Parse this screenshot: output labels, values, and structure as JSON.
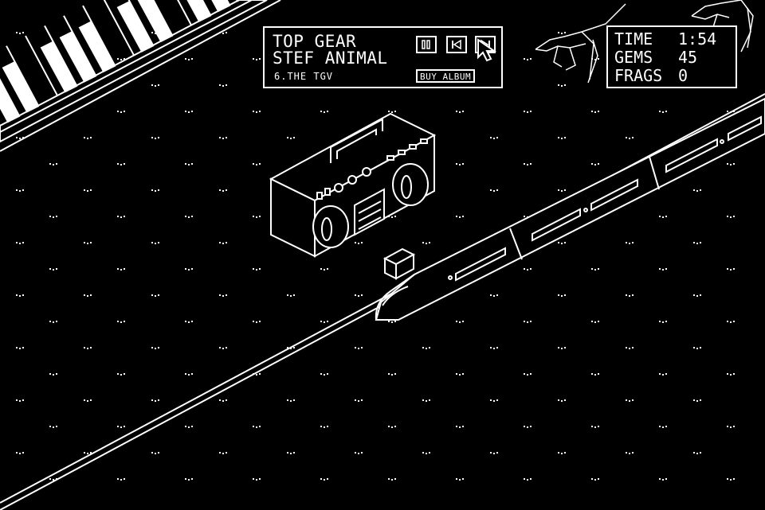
{
  "player": {
    "album": "TOP GEAR",
    "artist": "STEF ANIMAL",
    "track": "6.THE TGV",
    "buy_label": "BUY ALBUM",
    "controls": [
      "pause-icon",
      "previous-track-icon",
      "next-track-icon"
    ]
  },
  "stats": {
    "time_label": "TIME",
    "time_value": "1:54",
    "gems_label": "GEMS",
    "gems_value": "45",
    "frags_label": "FRAGS",
    "frags_value": "0"
  },
  "colors": {
    "background": "#000000",
    "foreground": "#ffffff"
  },
  "icons": [
    "boombox-icon",
    "tgv-train-icon",
    "piano-keyboard-icon",
    "bird-icon",
    "package-icon",
    "mouse-cursor-icon"
  ]
}
